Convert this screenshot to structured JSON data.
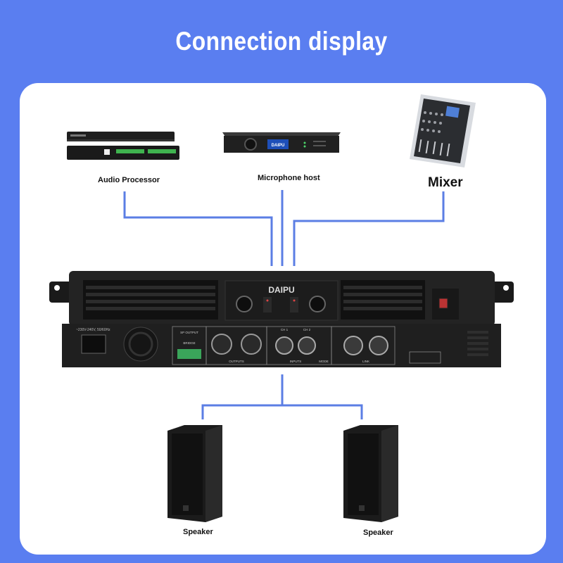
{
  "page": {
    "title": "Connection display"
  },
  "colors": {
    "background": "#5a7ef0",
    "card": "#ffffff",
    "line": "#5b7ee4",
    "device": "#1b1b1b"
  },
  "devices": {
    "audio_processor": {
      "label": "Audio Processor"
    },
    "microphone_host": {
      "label": "Microphone host",
      "brand": "DAIPU"
    },
    "mixer": {
      "label": "Mixer"
    },
    "amplifier": {
      "brand": "DAIPU",
      "rear": {
        "power": "~230V-240V, 50/60Hz",
        "sp_output": "SP OUTPUT",
        "bridge": "BRIDGE",
        "outputs": "OUTPUTS",
        "inputs": "INPUTS",
        "mode": "MODE",
        "link": "LINK",
        "ch1": "CH 1",
        "ch2": "CH 2"
      }
    },
    "speaker_left": {
      "label": "Speaker"
    },
    "speaker_right": {
      "label": "Speaker"
    }
  }
}
